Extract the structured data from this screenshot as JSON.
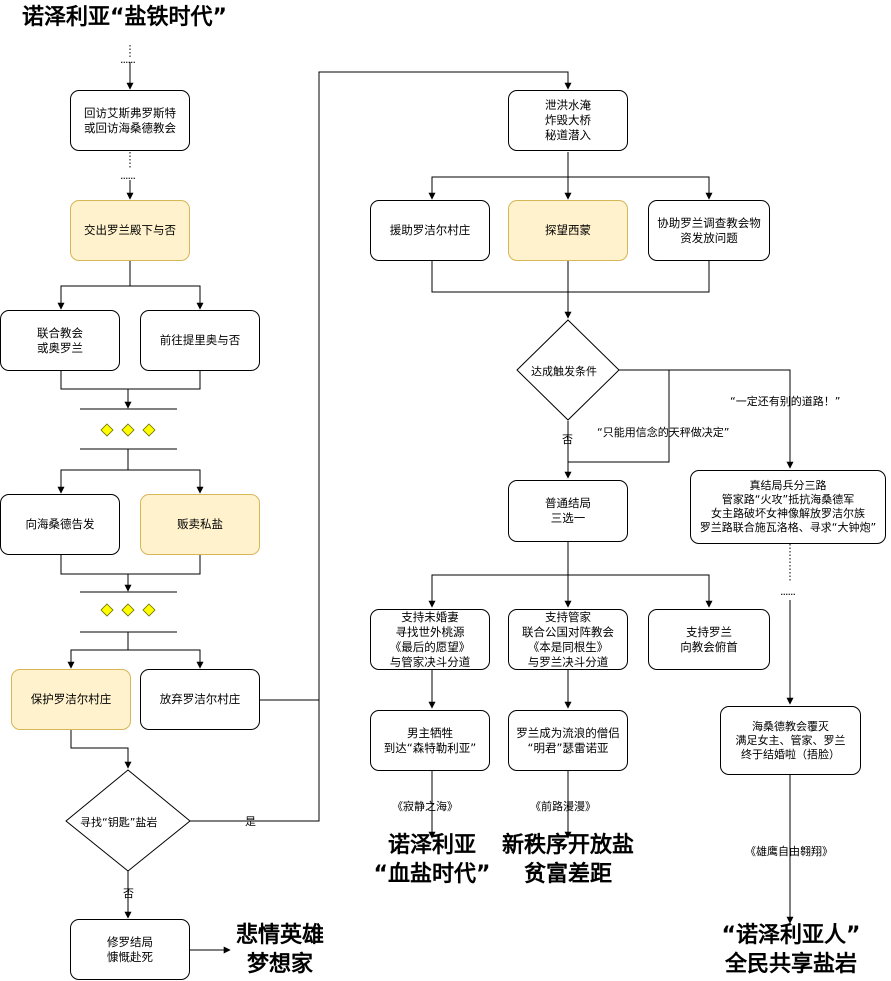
{
  "title": "诺泽利亚“盐铁时代”",
  "nodes": {
    "revisit": "回访艾斯弗罗斯特\n或回访海桑德教会",
    "handover": "交出罗兰殿下与否",
    "ally": "联合教会\n或奥罗兰",
    "tirio": "前往提里奥与否",
    "report": "向海桑德告发",
    "smuggle": "贩卖私盐",
    "protect": "保护罗洁尔村庄",
    "abandon": "放弃罗洁尔村庄",
    "key": "寻找“钥匙”盐岩",
    "asura": "修罗结局\n慷慨赴死",
    "flood": "泄洪水淹\n炸毁大桥\n秘道潜入",
    "aidvillage": "援助罗洁尔村庄",
    "visitsidney": "探望西蒙",
    "investigate": "协助罗兰调查教会物\n资发放问题",
    "trigger": "达成触发条件",
    "normal": "普通结局\n三选一",
    "trueend": "真结局兵分三路\n管家路“火攻”抵抗海桑德军\n女主路破坏女神像解放罗洁尔族\n罗兰路联合施瓦洛格、寻求“大钟炮”",
    "fiancee": "支持未婚妻\n寻找世外桃源\n《最后的愿望》\n与管家决斗分道",
    "butler": "支持管家\n联合公国对阵教会\n《本是同根生》\n与罗兰决斗分道",
    "roland": "支持罗兰\n向教会俯首",
    "sacrifice": "男主牺牲\n到达“森特勒利亚”",
    "monk": "罗兰成为流浪的僧侣\n“明君”瑟雷诺亚",
    "destroy": "海桑德教会覆灭\n满足女主、管家、罗兰\n终于结婚啦（捂脸）"
  },
  "labels": {
    "yes": "是",
    "no_key": "否",
    "no_trigger": "否",
    "scale": "“只能用信念的天秤做决定”",
    "another": "“一定还有别的道路！”",
    "song1": "《寂静之海》",
    "song2": "《前路漫漫》",
    "song3": "《雄鹰自由翱翔》"
  },
  "ellipsis": "......",
  "endings": {
    "tragic": "悲情英雄\n梦想家",
    "bloodsalt": "诺泽利亚\n“血盐时代”",
    "neworder": "新秩序开放盐\n贫富差距",
    "people": "“诺泽利亚人”\n全民共享盐岩"
  },
  "colors": {
    "highlight_fill": "#fff2cc",
    "highlight_stroke": "#d6b656",
    "merge_diamond": "#ffff00"
  }
}
